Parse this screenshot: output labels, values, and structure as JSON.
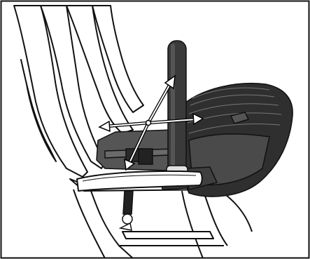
{
  "figure": {
    "subject": "child-car-seat-installation",
    "colors": {
      "background": "#ffffff",
      "outline": "#111111",
      "vehicle_seat_fill": "#ffffff",
      "shell_dark": "#2f2f2f",
      "shell_mid": "#4a4a4a",
      "base_fill": "#555555",
      "handle_fill": "#3a3a3a",
      "arrow": "#ffffff",
      "arrow_outline": "#000000"
    },
    "icons": [
      "vehicle-seat",
      "infant-car-seat",
      "carry-handle",
      "seat-base",
      "lap-belt",
      "direction-arrows"
    ]
  }
}
